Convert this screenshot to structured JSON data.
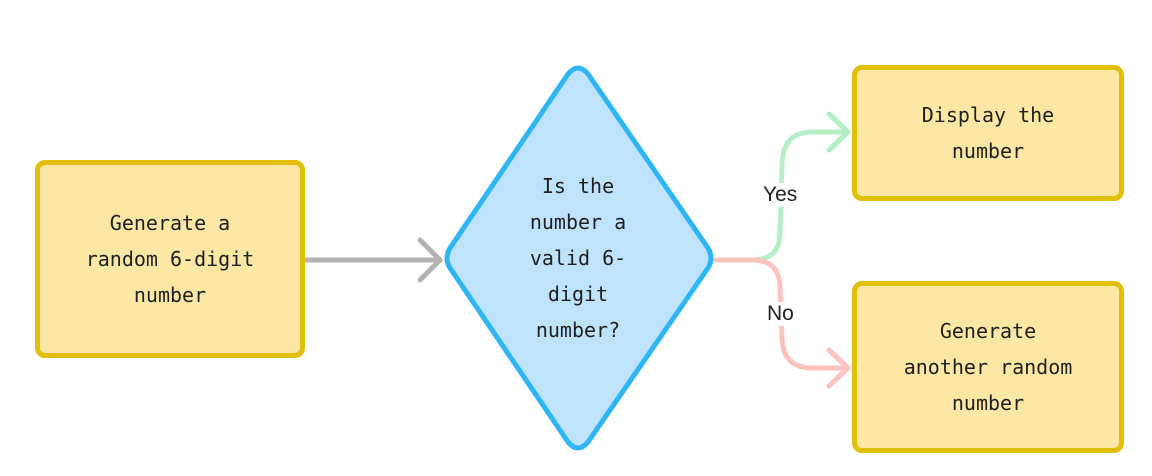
{
  "nodes": {
    "start": {
      "label": "Generate a\nrandom 6-digit\nnumber"
    },
    "decision": {
      "label": "Is the\nnumber a\nvalid 6-\ndigit\nnumber?"
    },
    "yes_target": {
      "label": "Display the\nnumber"
    },
    "no_target": {
      "label": "Generate\nanother random\nnumber"
    }
  },
  "edges": {
    "yes": {
      "label": "Yes"
    },
    "no": {
      "label": "No"
    }
  },
  "colors": {
    "box_fill": "#fde7a4",
    "box_border": "#e1bf0a",
    "diamond_fill": "#bfe3fc",
    "diamond_border": "#2db5f5",
    "arrow_gray": "#b3b3b3",
    "arrow_yes": "#b6efc6",
    "arrow_no": "#fbc3bd"
  }
}
